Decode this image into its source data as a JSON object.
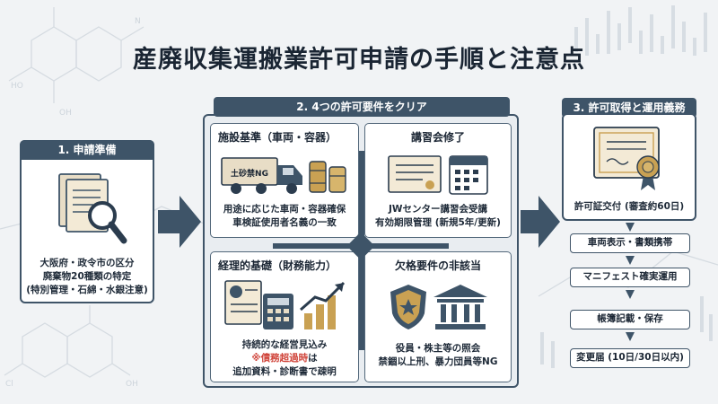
{
  "title": "産廃収集運搬業許可申請の手順と注意点",
  "step1": {
    "header": "1. 申請準備",
    "icon": "documents-magnifier-icon",
    "lines": [
      "大阪府・政令市の区分",
      "廃棄物20種類の特定",
      "(特別管理・石綿・水銀注意)"
    ]
  },
  "step2": {
    "header": "2.  4つの許可要件をクリア",
    "facility": {
      "title": "施設基準（車両・容器）",
      "truck_sign": "土砂禁NG",
      "desc": [
        "用途に応じた車両・容器確保",
        "車検証使用者名義の一致"
      ]
    },
    "seminar": {
      "title": "講習会修了",
      "desc": [
        "JWセンター講習会受講",
        "有効期限管理 (新規5年/更新)"
      ]
    },
    "finance": {
      "title": "経理的基礎（財務能力）",
      "desc": "持続的な経営見込み",
      "note_prefix": "※",
      "note_emph": "債務超過時",
      "note_suffix": "は",
      "note_line2": "追加資料・診断書で疎明"
    },
    "disqualification": {
      "title": "欠格要件の非該当",
      "desc": [
        "役員・株主等の照会",
        "禁錮以上刑、暴力団員等NG"
      ]
    }
  },
  "step3": {
    "header": "3. 許可取得と運用義務",
    "certificate_label": "許可証交付 (審査約60日)",
    "duties": [
      "車両表示・書類携帯",
      "マニフェスト確実運用",
      "帳簿記載・保存",
      "変更届 (10日/30日以内)"
    ]
  },
  "colors": {
    "navy": "#3e5468",
    "accent_red": "#d0453b",
    "gold": "#c9a153",
    "bg": "#f1f3f5"
  }
}
